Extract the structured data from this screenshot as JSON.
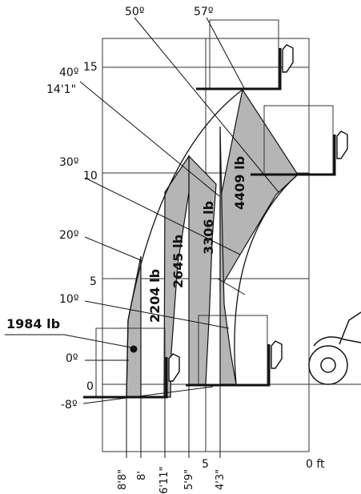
{
  "top_angles": [
    "50º",
    "57º"
  ],
  "height_ticks": {
    "h15": "15",
    "h14_1": "14'1\"",
    "h10": "10",
    "h5": "5",
    "h0": "0"
  },
  "angles": [
    "40º",
    "30º",
    "20º",
    "10º",
    "0º",
    "-8º"
  ],
  "loads": [
    "1984 lb",
    "2204 lb",
    "2645 lb",
    "3306 lb",
    "4409 lb"
  ],
  "reach_labels": [
    "8'8\"",
    "8'",
    "6'11\"",
    "5'9\"",
    "5",
    "4'3\"",
    "0 ft"
  ],
  "colors": {
    "shade": "#b5b5b5",
    "line": "#111111",
    "grid": "#333333"
  }
}
